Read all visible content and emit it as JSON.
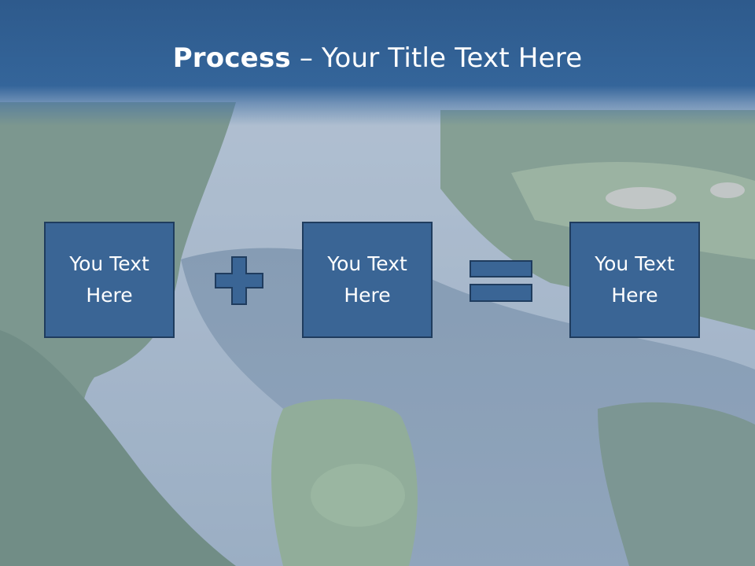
{
  "slide": {
    "title_bold": "Process",
    "title_rest": " – Your Title Text Here",
    "boxes": [
      {
        "text": "You Text Here"
      },
      {
        "text": "You Text Here"
      },
      {
        "text": "You Text Here"
      }
    ],
    "operators": [
      "plus-icon",
      "equals-icon"
    ],
    "colors": {
      "title_bar": "#2e5a8c",
      "box_fill": "#3a6595",
      "box_border": "#1f3c5e",
      "text": "#ffffff"
    }
  }
}
